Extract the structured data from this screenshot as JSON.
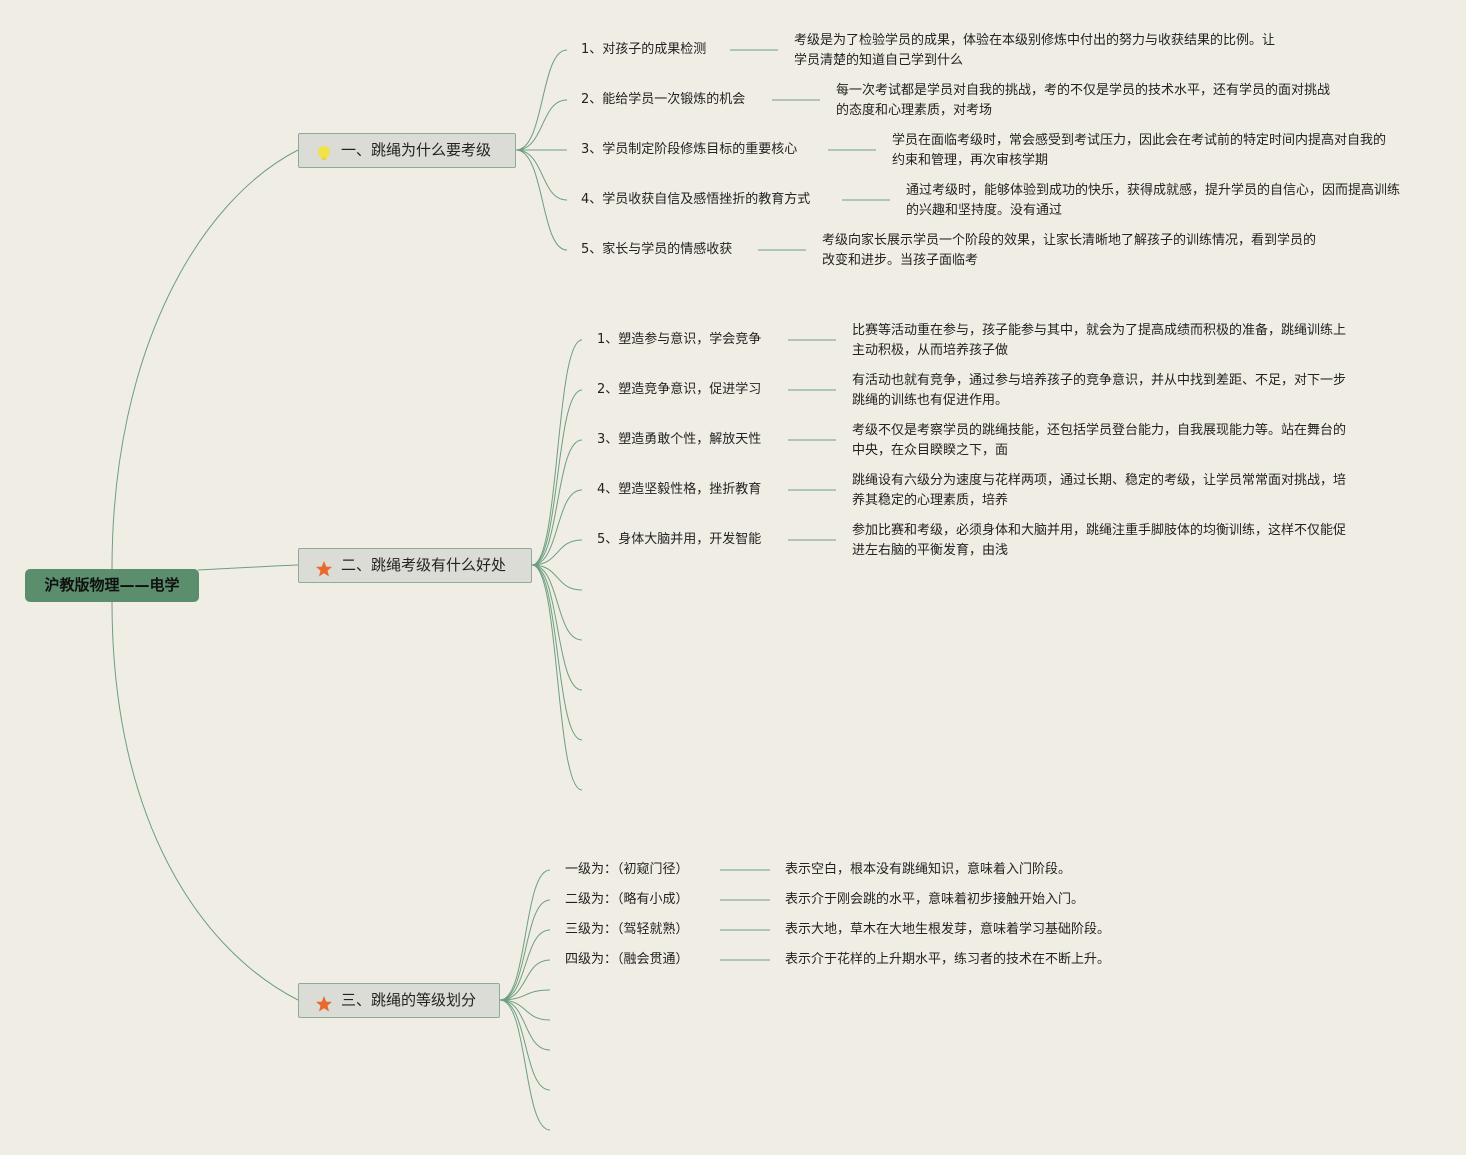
{
  "root": {
    "label": "沪教版物理——电学"
  },
  "branches": [
    {
      "label": "一、跳绳为什么要考级",
      "icon": "lightbulb-icon",
      "items": [
        {
          "label": "1、对孩子的成果检测",
          "desc": "考级是为了检验学员的成果，体验在本级别修炼中付出的努力与收获结果的比例。让学员清楚的知道自己学到什么"
        },
        {
          "label": "2、能给学员一次锻炼的机会",
          "desc": "每一次考试都是学员对自我的挑战，考的不仅是学员的技术水平，还有学员的面对挑战的态度和心理素质，对考场"
        },
        {
          "label": "3、学员制定阶段修炼目标的重要核心",
          "desc": "学员在面临考级时，常会感受到考试压力，因此会在考试前的特定时间内提高对自我的约束和管理，再次审核学期"
        },
        {
          "label": "4、学员收获自信及感悟挫折的教育方式",
          "desc": "通过考级时，能够体验到成功的快乐，获得成就感，提升学员的自信心，因而提高训练的兴趣和坚持度。没有通过"
        },
        {
          "label": "5、家长与学员的情感收获",
          "desc": "考级向家长展示学员一个阶段的效果，让家长清晰地了解孩子的训练情况，看到学员的改变和进步。当孩子面临考"
        }
      ]
    },
    {
      "label": "二、跳绳考级有什么好处",
      "icon": "star-icon",
      "items": [
        {
          "label": "1、塑造参与意识，学会竞争",
          "desc": "比赛等活动重在参与，孩子能参与其中，就会为了提高成绩而积极的准备，跳绳训练上主动积极，从而培养孩子做"
        },
        {
          "label": "2、塑造竞争意识，促进学习",
          "desc": "有活动也就有竞争，通过参与培养孩子的竞争意识，并从中找到差距、不足，对下一步跳绳的训练也有促进作用。"
        },
        {
          "label": "3、塑造勇敢个性，解放天性",
          "desc": "考级不仅是考察学员的跳绳技能，还包括学员登台能力，自我展现能力等。站在舞台的中央，在众目睽睽之下，面"
        },
        {
          "label": "4、塑造坚毅性格，挫折教育",
          "desc": "跳绳设有六级分为速度与花样两项，通过长期、稳定的考级，让学员常常面对挑战，培养其稳定的心理素质，培养"
        },
        {
          "label": "5、身体大脑并用，开发智能",
          "desc": "参加比赛和考级，必须身体和大脑并用，跳绳注重手脚肢体的均衡训练，这样不仅能促进左右脑的平衡发育，由浅"
        }
      ]
    },
    {
      "label": "三、跳绳的等级划分",
      "icon": "star-icon",
      "items": [
        {
          "label": "一级为：（初窥门径）",
          "desc": "表示空白，根本没有跳绳知识，意味着入门阶段。"
        },
        {
          "label": "二级为：（略有小成）",
          "desc": "表示介于刚会跳的水平，意味着初步接触开始入门。"
        },
        {
          "label": "三级为：（驾轻就熟）",
          "desc": "表示大地，草木在大地生根发芽，意味着学习基础阶段。"
        },
        {
          "label": "四级为：（融会贯通）",
          "desc": "表示介于花样的上升期水平，练习者的技术在不断上升。"
        }
      ]
    }
  ],
  "colors": {
    "line": "#6d9e82",
    "root_bg": "#5a8e6c",
    "star": "#e8692e",
    "bulb": "#f2e24a"
  }
}
